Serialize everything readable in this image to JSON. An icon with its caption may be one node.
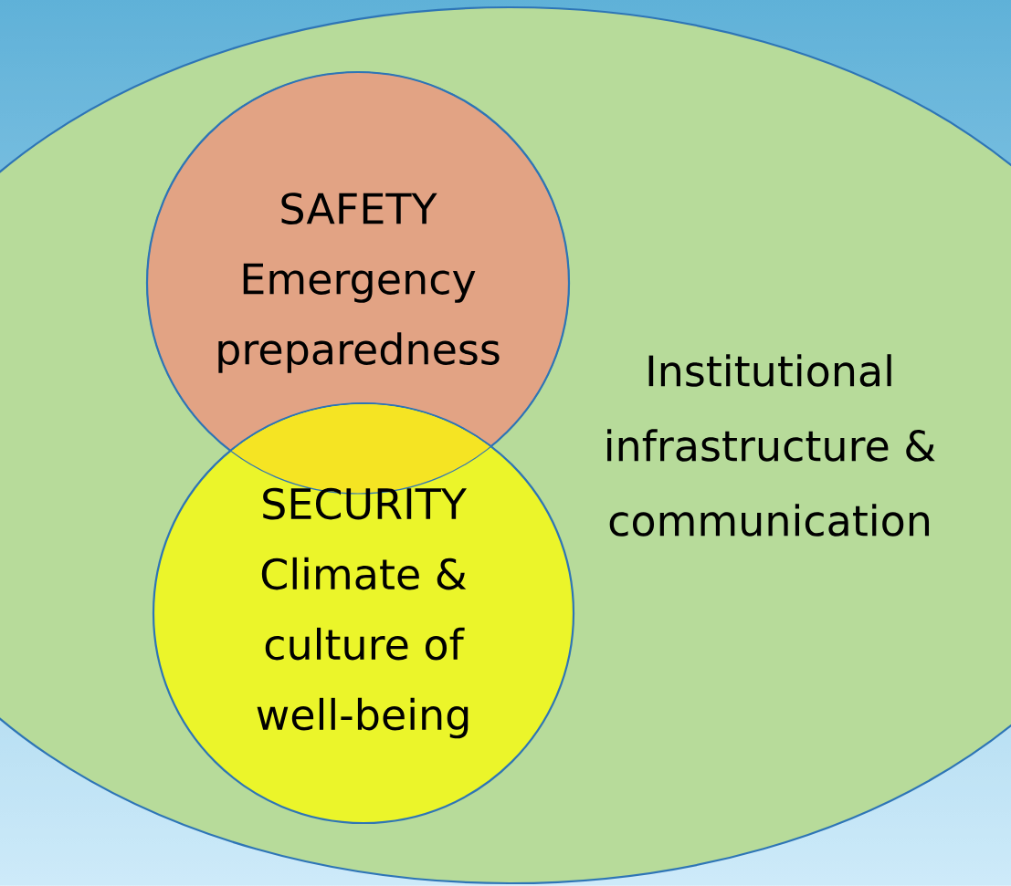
{
  "diagram": {
    "nodes": [
      {
        "text": [
          "Institutional infrastructure & communication"
        ]
      },
      {
        "text": [
          "SAFETY",
          "Emergency preparedness"
        ],
        "in": 0
      },
      {
        "text": [
          "SECURITY",
          "Climate & culture of well-being"
        ],
        "in": 0
      }
    ]
  }
}
